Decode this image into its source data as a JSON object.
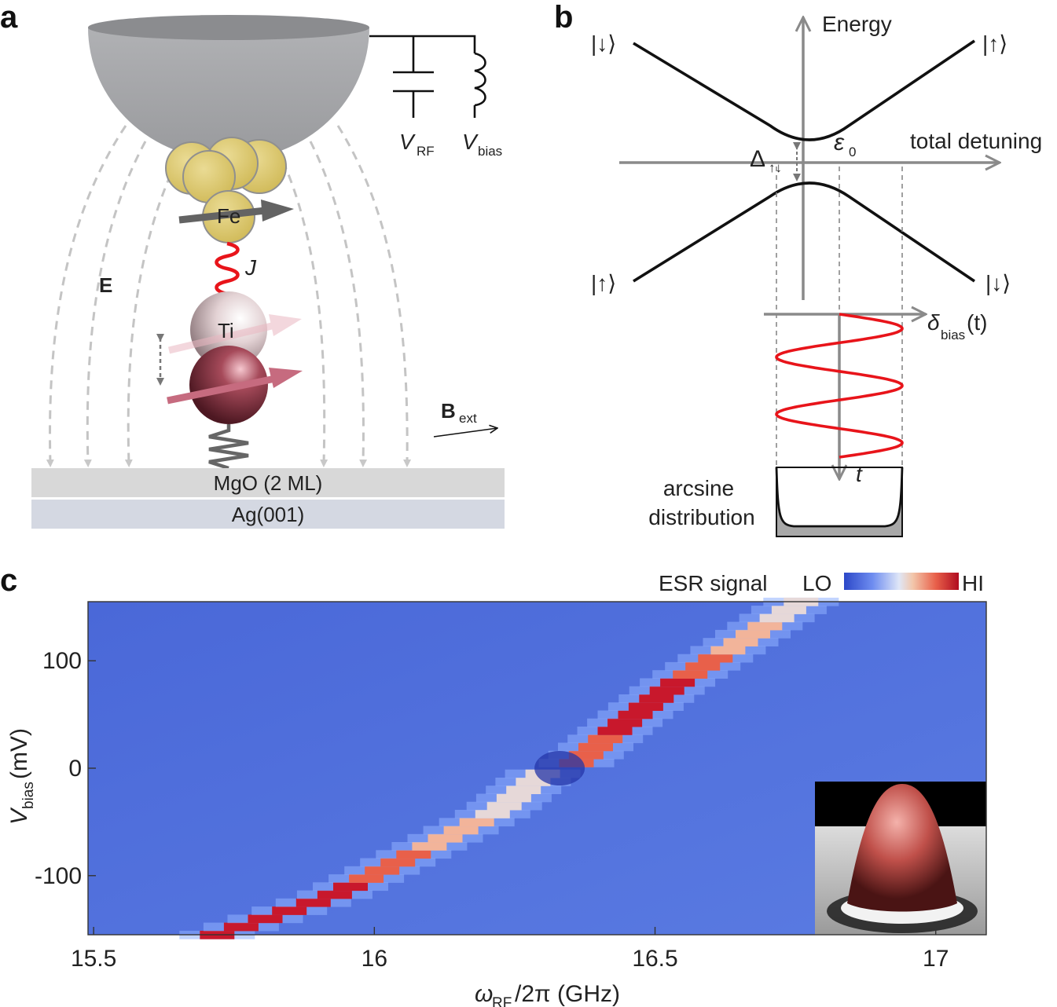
{
  "panel_labels": {
    "a": "a",
    "b": "b",
    "c": "c"
  },
  "panel_a": {
    "atom_fe": "Fe",
    "atom_ti": "Ti",
    "coupling_J": "J",
    "field_E": "E",
    "v_rf_main": "V",
    "v_rf_sub": "RF",
    "v_bias_main": "V",
    "v_bias_sub": "bias",
    "b_ext_main": "B",
    "b_ext_sub": "ext",
    "layer_mgo": "MgO (2 ML)",
    "layer_ag": "Ag(001)"
  },
  "panel_b": {
    "axis_energy": "Energy",
    "axis_detuning": "total detuning",
    "state_down_left": "|↓⟩",
    "state_up_right": "|↑⟩",
    "state_up_left": "|↑⟩",
    "state_down_right": "|↓⟩",
    "gap_main": "Δ",
    "gap_sub": "↑↓",
    "eps_main": "ε",
    "eps_sub": "0",
    "delta_main": "δ",
    "delta_sub": "bias",
    "delta_arg": "(t)",
    "time_t": "t",
    "arcsine_line1": "arcsine",
    "arcsine_line2": "distribution"
  },
  "colors": {
    "resonance_curve": "#e8141a",
    "axis_gray": "#8a8a8a",
    "tip_gray": "#a7a8ab",
    "fe_gold": "#dcc872",
    "ti_top": "#d9c8ca",
    "ti_bottom": "#8a3a48"
  },
  "chart_data": {
    "type": "heatmap",
    "colorbar_label": "ESR signal",
    "colorbar_lo": "LO",
    "colorbar_hi": "HI",
    "xlabel_main": "ω",
    "xlabel_sub": "RF",
    "xlabel_rest": "/2π (GHz)",
    "ylabel_main": "V",
    "ylabel_sub": "bias",
    "ylabel_rest": " (mV)",
    "xlim": [
      15.49,
      17.09
    ],
    "ylim": [
      -155,
      155
    ],
    "x_ticks": [
      15.5,
      16,
      16.5,
      17
    ],
    "x_tick_labels": [
      "15.5",
      "16",
      "16.5",
      "17"
    ],
    "y_ticks": [
      100,
      0,
      -100
    ],
    "y_tick_labels": [
      "100",
      "0",
      "-100"
    ],
    "upper_branch": {
      "v_range": [
        5,
        155
      ],
      "freq_at_v": [
        [
          5,
          16.36
        ],
        [
          40,
          16.44
        ],
        [
          80,
          16.54
        ],
        [
          120,
          16.66
        ],
        [
          155,
          16.76
        ]
      ]
    },
    "lower_branch": {
      "v_range": [
        -155,
        -5
      ],
      "freq_at_v": [
        [
          -5,
          16.3
        ],
        [
          -40,
          16.22
        ],
        [
          -80,
          16.07
        ],
        [
          -120,
          15.92
        ],
        [
          -155,
          15.72
        ]
      ]
    },
    "gap_center": [
      16.33,
      0
    ]
  }
}
